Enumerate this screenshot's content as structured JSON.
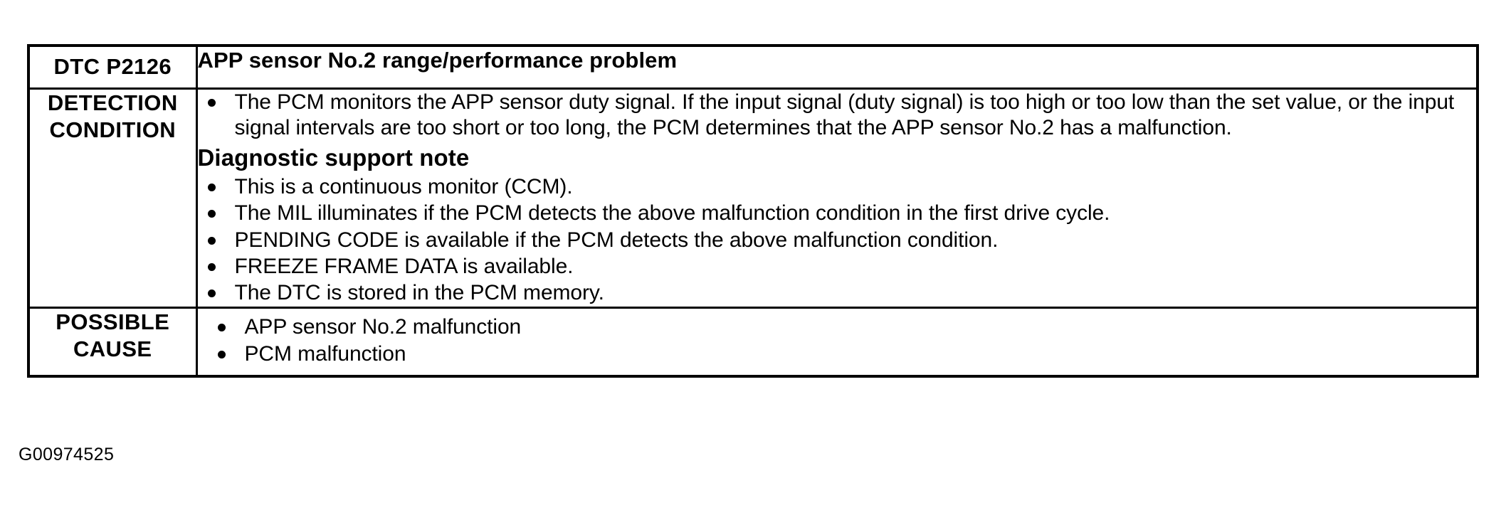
{
  "document": {
    "caption": "G00974525"
  },
  "table": {
    "rows": [
      {
        "label": "DTC P2126",
        "value": "APP sensor No.2 range/performance problem"
      },
      {
        "label": "DETECTION\nCONDITION",
        "bullets_top": [
          "The PCM monitors the APP sensor duty signal. If the input signal (duty signal) is too high or too low than the set value, or the input signal intervals are too short or too long, the PCM determines that the APP sensor No.2 has a malfunction."
        ],
        "sub_heading": "Diagnostic support note",
        "bullets_bottom": [
          "This is a continuous monitor (CCM).",
          "The MIL illuminates if the PCM detects the above malfunction condition in the first drive cycle.",
          "PENDING CODE is available if the PCM detects the above malfunction condition.",
          "FREEZE FRAME DATA is available.",
          "The DTC is stored in the PCM memory."
        ]
      },
      {
        "label": "POSSIBLE\nCAUSE",
        "bullets": [
          "APP sensor No.2 malfunction",
          "PCM malfunction"
        ]
      }
    ]
  }
}
